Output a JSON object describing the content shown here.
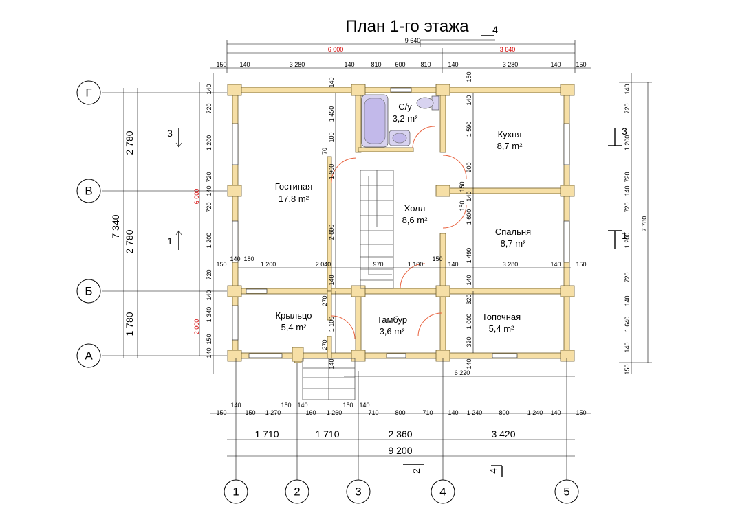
{
  "title": "План 1-го этажа",
  "rooms": [
    {
      "name": "Гостиная",
      "area": "17,8 m²"
    },
    {
      "name": "С/у",
      "area": "3,2 m²"
    },
    {
      "name": "Кухня",
      "area": "8,7 m²"
    },
    {
      "name": "Холл",
      "area": "8,6 m²"
    },
    {
      "name": "Спальня",
      "area": "8,7 m²"
    },
    {
      "name": "Крыльцо",
      "area": "5,4 m²"
    },
    {
      "name": "Тамбур",
      "area": "3,6 m²"
    },
    {
      "name": "Топочная",
      "area": "5,4 m²"
    }
  ],
  "axes": {
    "rows": [
      "Г",
      "В",
      "Б",
      "А"
    ],
    "cols": [
      "1",
      "2",
      "3",
      "4",
      "5"
    ]
  },
  "section_marks": [
    "4",
    "3",
    "3",
    "1",
    "1",
    "2",
    "4"
  ],
  "dims": {
    "top_total": "9 640",
    "top_red_left": "6 000",
    "top_red_right": "3 640",
    "top_row": [
      "150",
      "140",
      "3 280",
      "140",
      "810",
      "600",
      "810",
      "140",
      "3 280",
      "140",
      "150"
    ],
    "mid_row": [
      "150",
      "140",
      "180",
      "1 200",
      "2 040",
      "970",
      "1 100",
      "150",
      "140",
      "3 280",
      "140",
      "150"
    ],
    "bottom_row1": [
      "140",
      "150",
      "140",
      "150",
      "140"
    ],
    "bottom_row2": [
      "150",
      "150",
      "1 270",
      "160",
      "1 260",
      "710",
      "800",
      "710",
      "140",
      "1 240",
      "800",
      "1 240",
      "140",
      "150"
    ],
    "axis_bottom": [
      "1 710",
      "1 710",
      "2 360",
      "3 420"
    ],
    "axis_total": "9 200",
    "left_axis": [
      "2 780",
      "2 780",
      "1 780"
    ],
    "left_total": "7 340",
    "left_red": "6 000",
    "left_red2": "2 000",
    "right_total": "7 780",
    "porch_dim": "6 220",
    "left_chain": [
      "140",
      "720",
      "1 200",
      "720",
      "140",
      "720",
      "1 200",
      "720",
      "140",
      "1 340",
      "150",
      "140"
    ],
    "interior_vertical": [
      "140",
      "1 450",
      "100",
      "70",
      "1 900",
      "2 800",
      "140",
      "270",
      "1 100",
      "270",
      "140"
    ],
    "kitchen_vertical": [
      "150",
      "140",
      "1 590",
      "900",
      "150",
      "140",
      "150",
      "1 600",
      "1 490",
      "140",
      "320",
      "1 000",
      "320",
      "140"
    ],
    "right_chain": [
      "140",
      "720",
      "1 200",
      "720",
      "140",
      "720",
      "1 200",
      "720",
      "140",
      "1 640",
      "140",
      "150"
    ]
  }
}
